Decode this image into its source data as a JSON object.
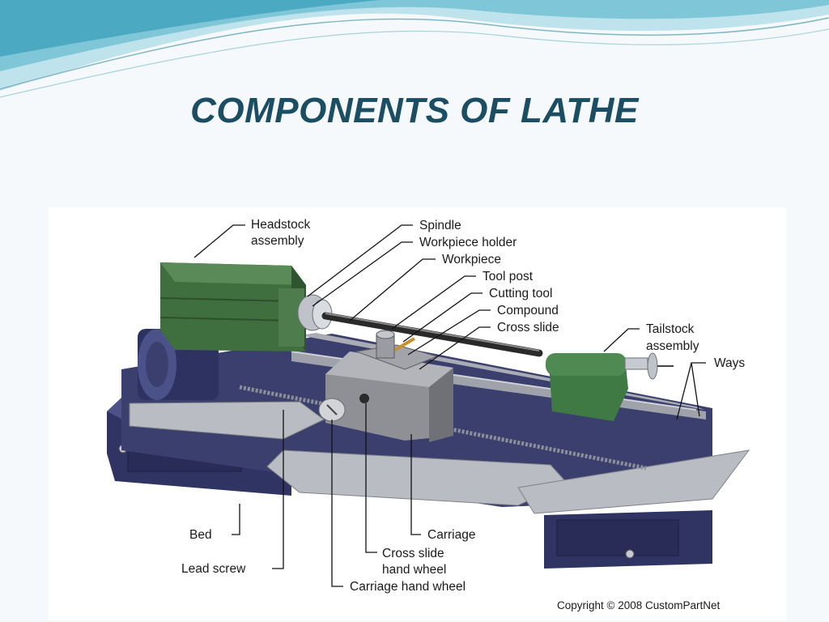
{
  "slide": {
    "title": "COMPONENTS OF LATHE",
    "accent_color": "#1b4d63"
  },
  "diagram": {
    "labels": {
      "headstock": [
        "Headstock",
        "assembly"
      ],
      "spindle": "Spindle",
      "workpiece_holder": "Workpiece holder",
      "workpiece": "Workpiece",
      "tool_post": "Tool post",
      "cutting_tool": "Cutting tool",
      "compound": "Compound",
      "cross_slide": "Cross slide",
      "tailstock": [
        "Tailstock",
        "assembly"
      ],
      "ways": "Ways",
      "bed": "Bed",
      "lead_screw": "Lead screw",
      "carriage": "Carriage",
      "cross_slide_hand_wheel": [
        "Cross slide",
        "hand wheel"
      ],
      "carriage_hand_wheel": "Carriage hand wheel"
    },
    "copyright": "Copyright © 2008 CustomPartNet",
    "colors": {
      "headstock": "#3f6f3f",
      "tailstock": "#3f7a45",
      "base": "#3a3f6e",
      "table": "#b9bcc2",
      "carriage": "#8e9095"
    }
  }
}
